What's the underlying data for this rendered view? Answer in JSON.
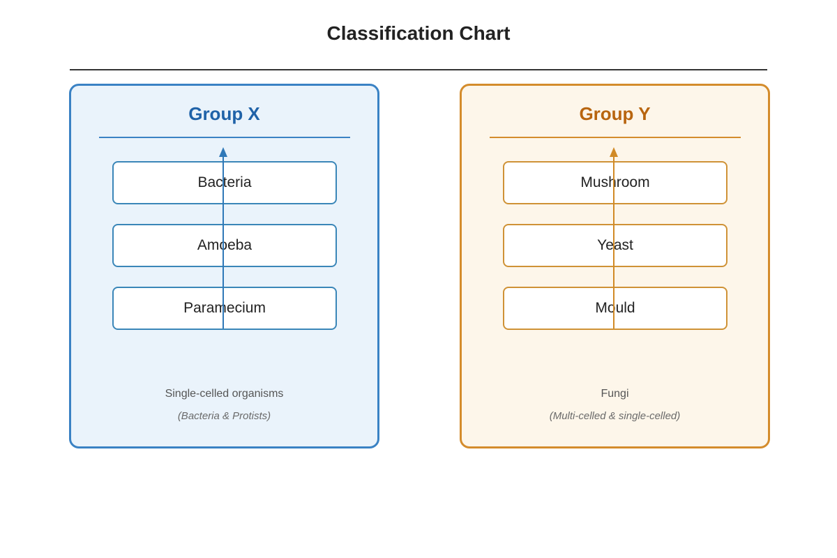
{
  "title": "Classification Chart",
  "groups": [
    {
      "title": "Group X",
      "items": [
        "Bacteria",
        "Amoeba",
        "Paramecium"
      ],
      "caption": "Single-celled organisms",
      "subcaption": "(Bacteria & Protists)",
      "colors": {
        "border": "#3a82c4",
        "title": "#1f62a8",
        "fill": "#eaf3fb",
        "item_border": "#3a86b8",
        "arrow": "#2f78b8"
      }
    },
    {
      "title": "Group Y",
      "items": [
        "Mushroom",
        "Yeast",
        "Mould"
      ],
      "caption": "Fungi",
      "subcaption": "(Multi-celled & single-celled)",
      "colors": {
        "border": "#d48c2c",
        "title": "#b8650f",
        "fill": "#fdf6ea",
        "item_border": "#cf9236",
        "arrow": "#d18a26"
      }
    }
  ]
}
